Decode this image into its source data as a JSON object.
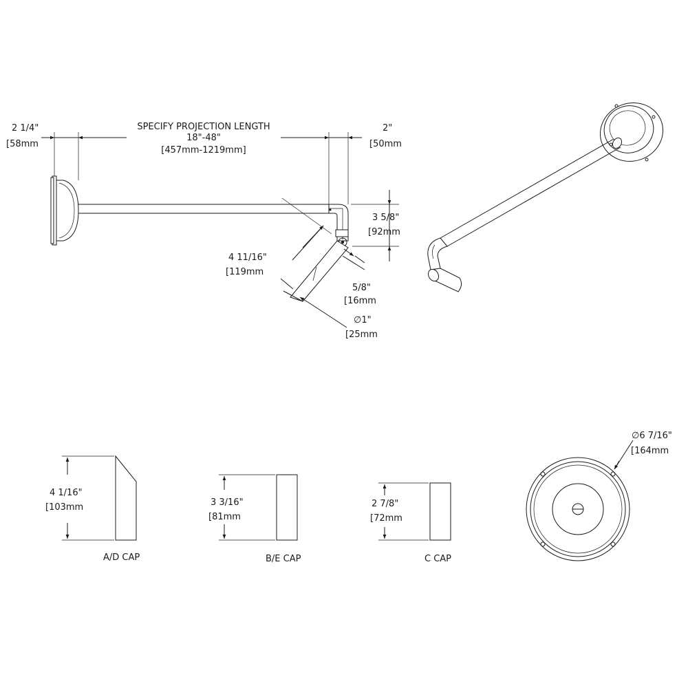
{
  "projection": {
    "title": "SPECIFY PROJECTION LENGTH",
    "range": "18\"-48\"",
    "range_mm": "[457mm-1219mm]"
  },
  "dims": {
    "base_depth": {
      "imperial": "2 1/4\"",
      "metric": "[58mm"
    },
    "elbow_width": {
      "imperial": "2\"",
      "metric": "[50mm"
    },
    "drop": {
      "imperial": "3 5/8\"",
      "metric": "[92mm"
    },
    "nozzle_length": {
      "imperial": "4 11/16\"",
      "metric": "[119mm"
    },
    "nozzle_offset": {
      "imperial": "5/8\"",
      "metric": "[16mm"
    },
    "tube_diameter": {
      "imperial": "∅1\"",
      "metric": "[25mm"
    },
    "canopy_diameter": {
      "imperial": "∅6 7/16\"",
      "metric": "[164mm"
    }
  },
  "caps": [
    {
      "label": "A/D CAP",
      "imperial": "4 1/16\"",
      "metric": "[103mm"
    },
    {
      "label": "B/E CAP",
      "imperial": "3 3/16\"",
      "metric": "[81mm"
    },
    {
      "label": "C CAP",
      "imperial": "2 7/8\"",
      "metric": "[72mm"
    }
  ]
}
